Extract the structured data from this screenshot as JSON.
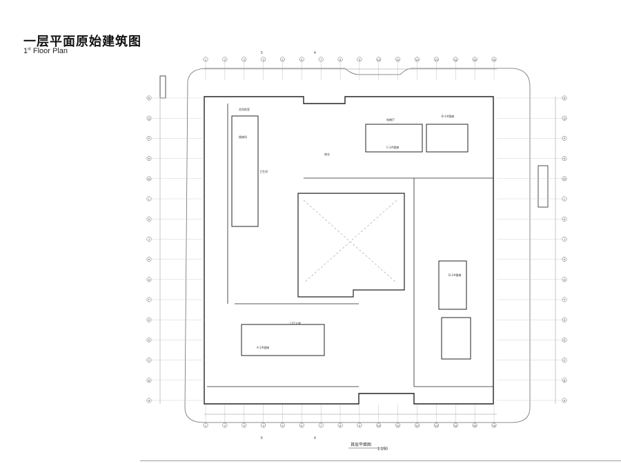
{
  "page": {
    "title": "一层平面原始建筑图",
    "subtitle_ordinal": "1",
    "subtitle_sup": "st",
    "subtitle_rest": " Floor Plan"
  },
  "drawing": {
    "caption": "首层平面图",
    "scale": "1:150",
    "column_grid_top": [
      "1",
      "2",
      "3",
      "4",
      "5",
      "6",
      "7",
      "8",
      "9",
      "10",
      "11",
      "12",
      "13",
      "14",
      "15",
      "16"
    ],
    "row_grid": [
      "R",
      "Q",
      "P",
      "N",
      "M",
      "L",
      "K",
      "J",
      "H",
      "G",
      "F",
      "E",
      "D",
      "C",
      "B",
      "A"
    ],
    "section_marks": [
      "5",
      "4"
    ],
    "rooms": [
      {
        "label": "合用前室",
        "kind": "core"
      },
      {
        "label": "楼梯间",
        "kind": "stair"
      },
      {
        "label": "电梯厅",
        "kind": "lobby"
      },
      {
        "label": "卫生间",
        "kind": "wc"
      },
      {
        "label": "门厅大堂",
        "kind": "hall"
      },
      {
        "label": "商业",
        "kind": "retail"
      },
      {
        "label": "D-2#楼梯",
        "kind": "stair"
      },
      {
        "label": "A-1#楼梯",
        "kind": "stair"
      },
      {
        "label": "B-1#楼梯",
        "kind": "stair"
      },
      {
        "label": "C-2#楼梯",
        "kind": "stair"
      }
    ]
  },
  "colors": {
    "line": "#3b3b3b",
    "thin": "#8a8a8a",
    "grid": "#b0b0b0",
    "wall": "#222222"
  }
}
